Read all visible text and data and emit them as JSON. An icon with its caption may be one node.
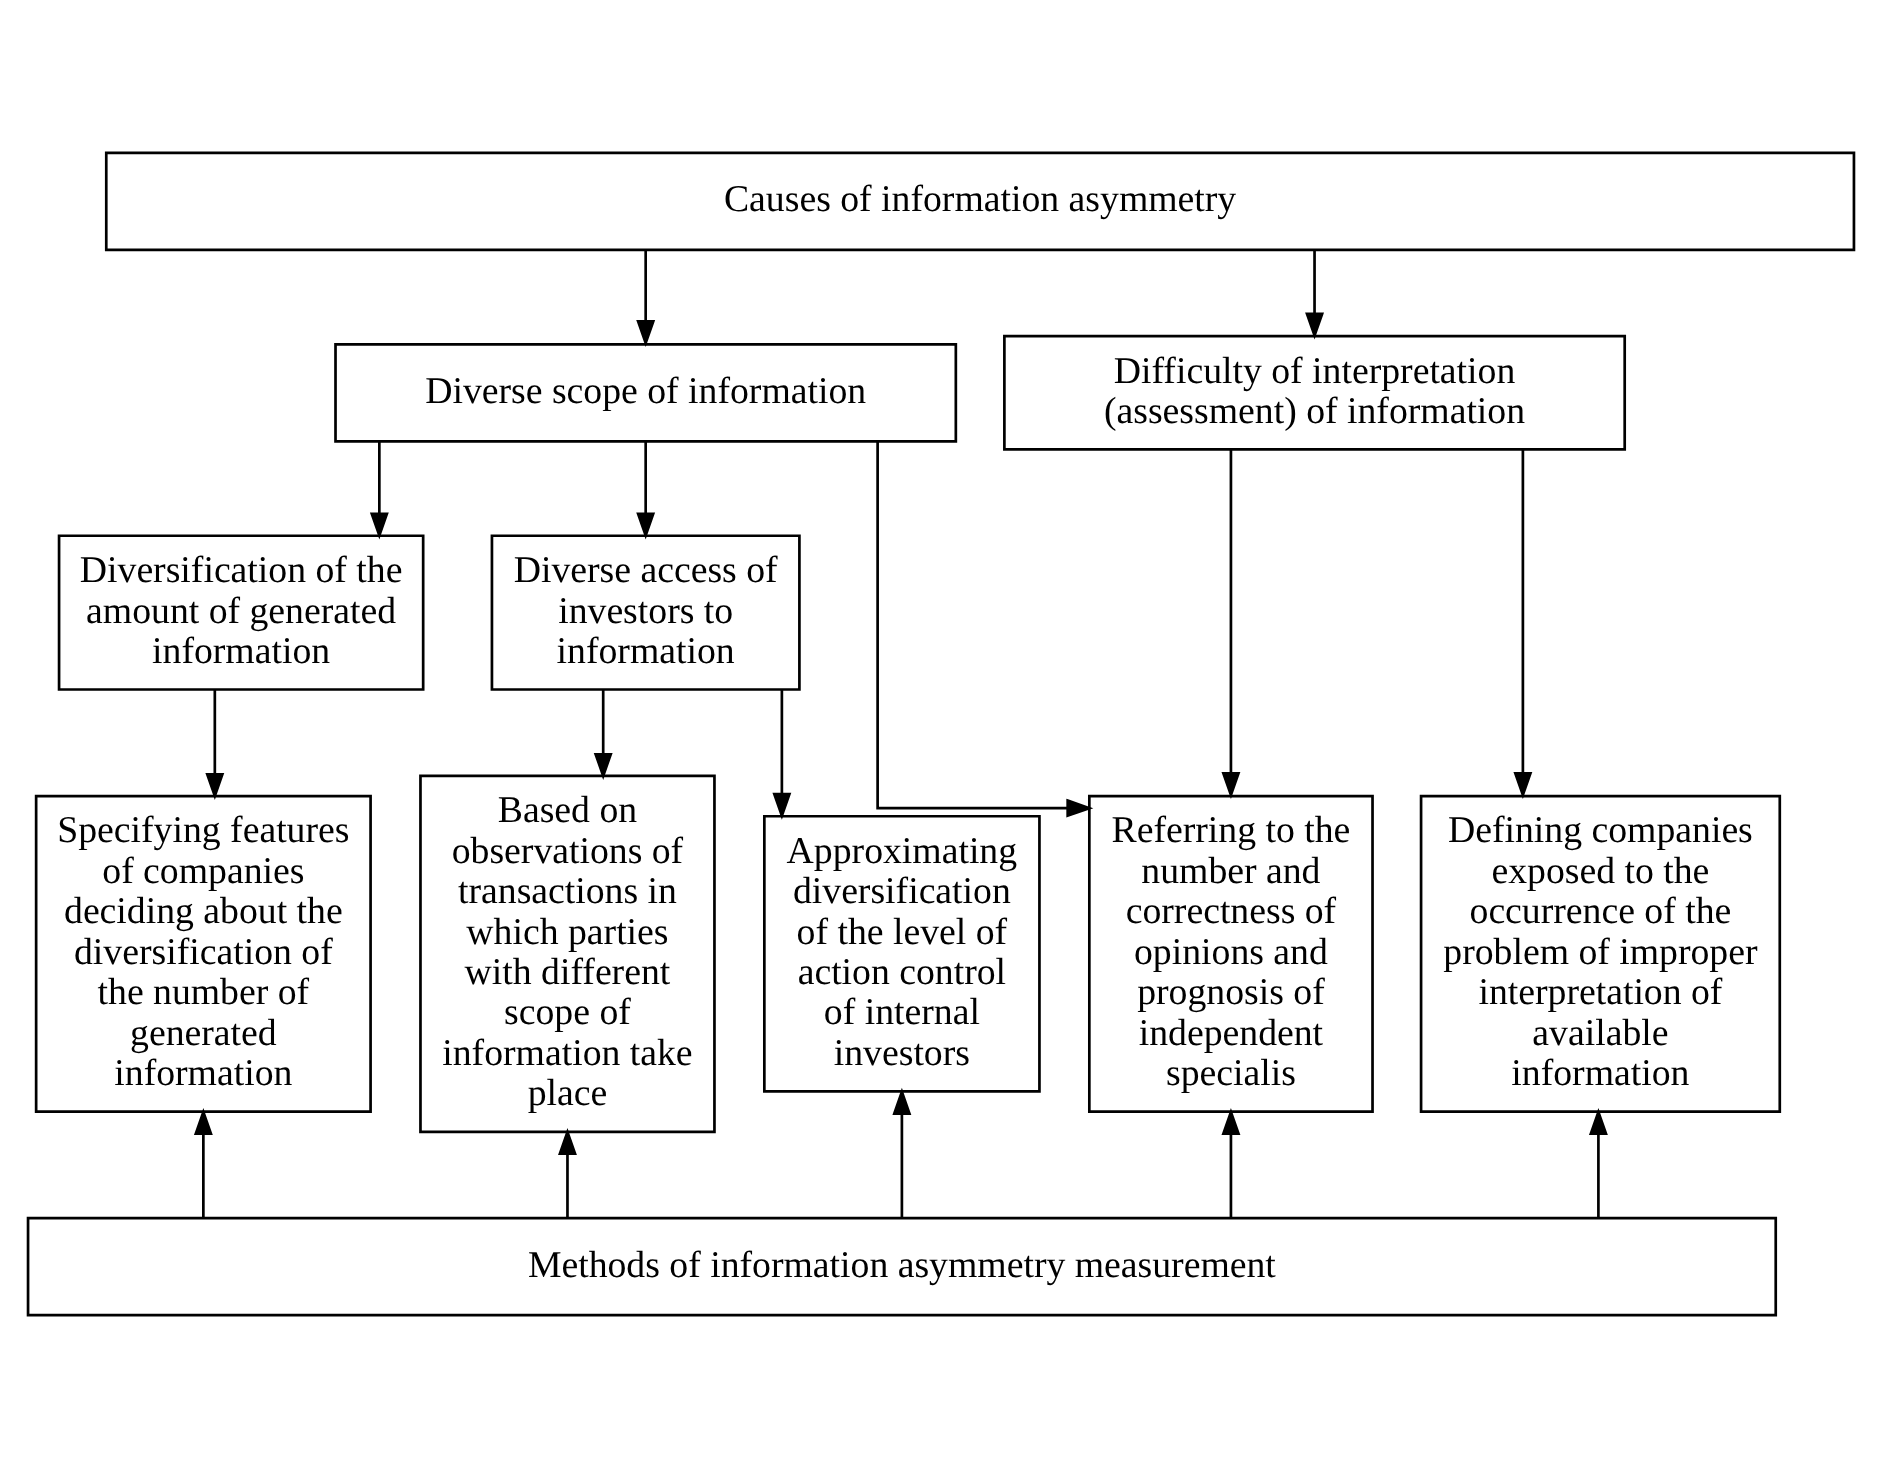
{
  "diagram": {
    "nodes": [
      {
        "text": [
          "Causes of information asymmetry"
        ]
      },
      {
        "text": [
          "Diverse scope of information"
        ]
      },
      {
        "text": [
          "Difficulty of interpretation (assessment) of information"
        ]
      },
      {
        "text": [
          "Diversification of the amount of generated information"
        ]
      },
      {
        "text": [
          "Diverse access of investors to information"
        ]
      },
      {
        "text": [
          "Specifying features of companies deciding about the diversification of the number of generated information"
        ]
      },
      {
        "text": [
          "Based on observations of transactions in which parties with different scope of information take place"
        ]
      },
      {
        "text": [
          "Approximating diversification of the level of action control of internal investors"
        ]
      },
      {
        "text": [
          "Referring to the number and correctness of opinions and prognosis of independent specialis"
        ]
      },
      {
        "text": [
          "Defining companies exposed to the occurrence of the problem of improper interpretation of available information"
        ]
      },
      {
        "text": [
          "Methods of information asymmetry measurement"
        ]
      }
    ],
    "edges": [
      {
        "from": 0,
        "to": 1,
        "arrow": "to"
      },
      {
        "from": 0,
        "to": 2,
        "arrow": "to"
      },
      {
        "from": 1,
        "to": 3,
        "arrow": "to"
      },
      {
        "from": 1,
        "to": 4,
        "arrow": "to"
      },
      {
        "from": 1,
        "to": 8,
        "arrow": "to"
      },
      {
        "from": 2,
        "to": 8,
        "arrow": "to"
      },
      {
        "from": 2,
        "to": 9,
        "arrow": "to"
      },
      {
        "from": 3,
        "to": 5,
        "arrow": "to"
      },
      {
        "from": 4,
        "to": 6,
        "arrow": "to"
      },
      {
        "from": 4,
        "to": 7,
        "arrow": "to"
      },
      {
        "from": 10,
        "to": 5,
        "arrow": "to"
      },
      {
        "from": 10,
        "to": 6,
        "arrow": "to"
      },
      {
        "from": 10,
        "to": 7,
        "arrow": "to"
      },
      {
        "from": 10,
        "to": 8,
        "arrow": "to"
      },
      {
        "from": 10,
        "to": 9,
        "arrow": "to"
      }
    ]
  }
}
